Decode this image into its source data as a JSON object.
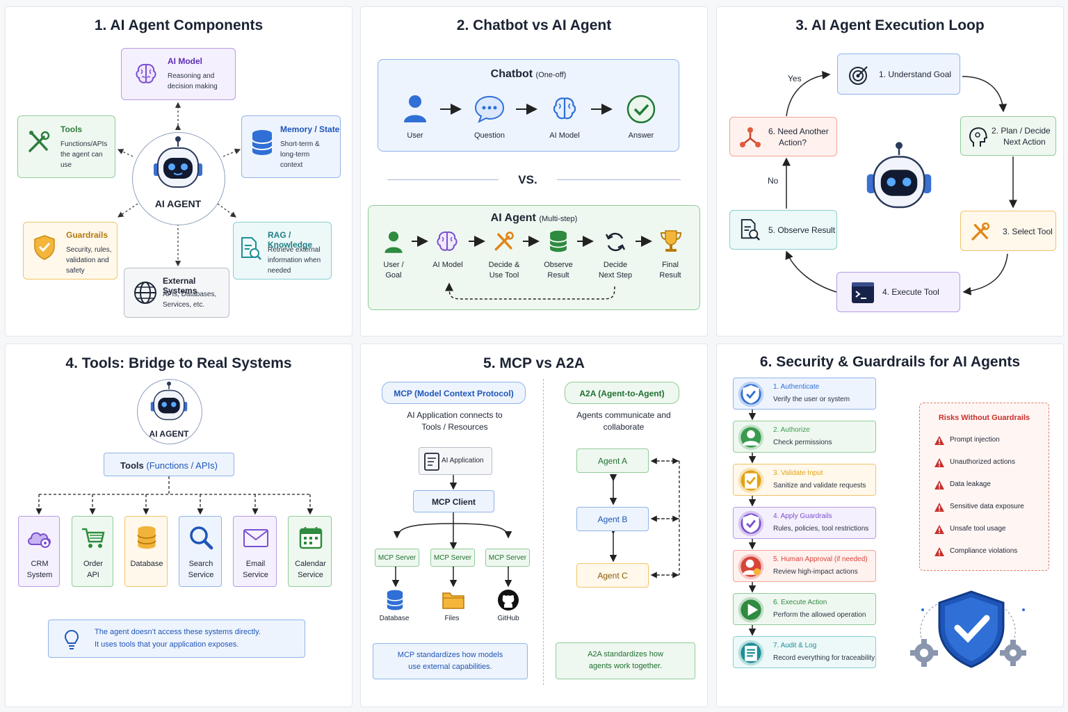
{
  "p1": {
    "title": "1. AI Agent Components",
    "center": "AI AGENT",
    "model": {
      "title": "AI Model",
      "desc": [
        "Reasoning and",
        "decision making"
      ]
    },
    "tools": {
      "title": "Tools",
      "desc": [
        "Functions/APIs",
        "the agent can",
        "use"
      ]
    },
    "memory": {
      "title": "Memory / State",
      "desc": [
        "Short-term &",
        "long-term",
        "context"
      ]
    },
    "guard": {
      "title": "Guardrails",
      "desc": [
        "Security, rules,",
        "validation and",
        "safety"
      ]
    },
    "rag": {
      "title": "RAG / Knowledge",
      "desc": [
        "Retrieve external",
        "information when",
        "needed"
      ]
    },
    "ext": {
      "title": "External Systems",
      "desc": [
        "APIs, Databases,",
        "Services, etc."
      ]
    }
  },
  "p2": {
    "title": "2. Chatbot vs AI Agent",
    "chatbot_title": "Chatbot",
    "chatbot_sub": "(One-off)",
    "chatbot_steps": [
      "User",
      "Question",
      "AI Model",
      "Answer"
    ],
    "vs": "VS.",
    "agent_title": "AI Agent",
    "agent_sub": "(Multi-step)",
    "agent_steps": [
      [
        "User /",
        "Goal"
      ],
      [
        "AI Model",
        ""
      ],
      [
        "Decide &",
        "Use Tool"
      ],
      [
        "Observe",
        "Result"
      ],
      [
        "Decide",
        "Next Step"
      ],
      [
        "Final",
        "Result"
      ]
    ]
  },
  "p3": {
    "title": "3. AI Agent Execution Loop",
    "steps": {
      "s1": "1. Understand Goal",
      "s2": [
        "2. Plan / Decide",
        "Next Action"
      ],
      "s3": "3. Select Tool",
      "s4": "4. Execute Tool",
      "s5": "5. Observe Result",
      "s6": [
        "6. Need Another",
        "Action?"
      ]
    },
    "yes": "Yes",
    "no": "No"
  },
  "p4": {
    "title": "4. Tools: Bridge to Real Systems",
    "center": "AI AGENT",
    "tools_label_a": "Tools ",
    "tools_label_b": "(Functions / APIs)",
    "items": [
      [
        "CRM",
        "System"
      ],
      [
        "Order",
        "API"
      ],
      [
        "Database",
        ""
      ],
      [
        "Search",
        "Service"
      ],
      [
        "Email",
        "Service"
      ],
      [
        "Calendar",
        "Service"
      ]
    ],
    "note": [
      "The agent doesn’t access these systems directly.",
      "It uses tools that your application exposes."
    ]
  },
  "p5": {
    "title": "5. MCP vs A2A",
    "mcp_header": "MCP (Model Context Protocol)",
    "mcp_desc": [
      "AI Application connects to",
      "Tools / Resources"
    ],
    "ai_app": "AI Application",
    "mcp_client": "MCP Client",
    "mcp_server": "MCP Server",
    "resources": [
      "Database",
      "Files",
      "GitHub"
    ],
    "mcp_note": [
      "MCP standardizes how models",
      "use external capabilities."
    ],
    "a2a_header": "A2A (Agent-to-Agent)",
    "a2a_desc": [
      "Agents communicate and",
      "collaborate"
    ],
    "agents": [
      "Agent A",
      "Agent B",
      "Agent C"
    ],
    "a2a_note": [
      "A2A standardizes how",
      "agents work together."
    ]
  },
  "p6": {
    "title": "6. Security & Guardrails for AI Agents",
    "steps": [
      {
        "title": "1. Authenticate",
        "desc": "Verify the user or system",
        "color": "#2f6fd6"
      },
      {
        "title": "2. Authorize",
        "desc": "Check permissions",
        "color": "#3a9a4f"
      },
      {
        "title": "3. Validate Input",
        "desc": "Sanitize and validate requests",
        "color": "#e2a317"
      },
      {
        "title": "4. Apply Guardrails",
        "desc": "Rules, policies, tool restrictions",
        "color": "#7a4fd0"
      },
      {
        "title": "5. Human Approval (if needed)",
        "desc": "Review high-impact actions",
        "color": "#d8453a"
      },
      {
        "title": "6. Execute Action",
        "desc": "Perform the allowed operation",
        "color": "#2e8b3f"
      },
      {
        "title": "7. Audit & Log",
        "desc": "Record everything for traceability",
        "color": "#1d8f95"
      }
    ],
    "risks_title": "Risks Without Guardrails",
    "risks": [
      "Prompt injection",
      "Unauthorized actions",
      "Data leakage",
      "Sensitive data exposure",
      "Unsafe tool usage",
      "Compliance violations"
    ]
  }
}
